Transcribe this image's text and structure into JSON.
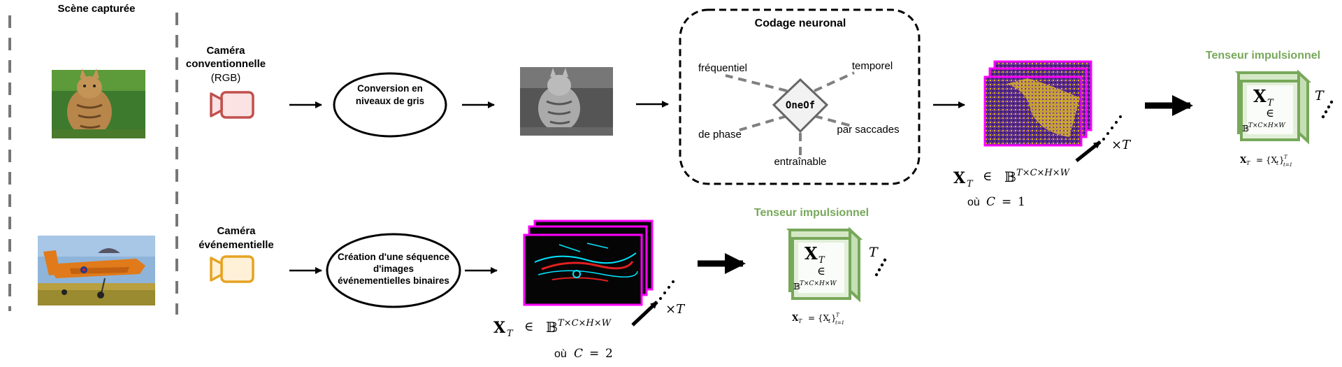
{
  "scene": {
    "title": "Scène capturée"
  },
  "rgb_camera": {
    "label_line1": "Caméra",
    "label_line2": "conventionnelle",
    "label_line3": "(RGB)",
    "color": "#c0504d"
  },
  "event_camera": {
    "label_line1": "Caméra",
    "label_line2": "événementielle",
    "color": "#e6a321"
  },
  "grayscale_step": {
    "line1": "Conversion en",
    "line2": "niveaux de gris"
  },
  "event_step": {
    "line1": "Création d'une séquence",
    "line2": "d'images",
    "line3": "événementielles binaires"
  },
  "neural_coding": {
    "title": "Codage neuronal",
    "center": "OneOf",
    "options": {
      "frequential": "fréquentiel",
      "temporal": "temporel",
      "phase": "de phase",
      "saccade": "par saccades",
      "trainable": "entraînable"
    }
  },
  "notation": {
    "tensor_name": "X",
    "tensor_sub": "T",
    "member": "∈",
    "space": "𝔹",
    "space_sup": "T×C×H×W",
    "times": "×T",
    "where": "où",
    "channel_var": "C",
    "equals": "=",
    "channels_top": "1",
    "channels_bottom": "2",
    "seq_lhs": "X",
    "seq_rhs": "= {X",
    "seq_sub_t": "t",
    "seq_close": "}",
    "seq_range_sub": "t=1",
    "seq_range_sup": "T",
    "depth": "T"
  },
  "spike_tensor": {
    "title": "Tenseur impulsionnel",
    "color": "#77a85a"
  },
  "accent": {
    "frame": "#ff00ff",
    "spike": "#00e5ff",
    "event_red": "#e02020"
  }
}
